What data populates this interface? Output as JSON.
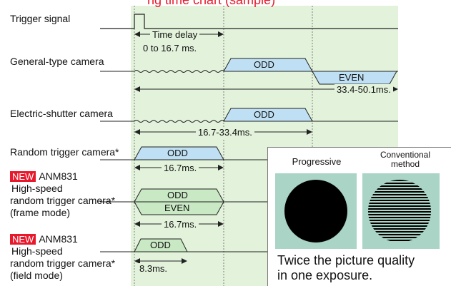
{
  "header_fragment": "ng time chart (sample)",
  "signals": {
    "trigger": "Trigger signal",
    "general": "General-type camera",
    "electric": "Electric-shutter camera",
    "random": "Random trigger camera*"
  },
  "highspeed_frame": {
    "badge": "NEW",
    "model": "ANM831",
    "line1": "High-speed",
    "line2": "random trigger camera*",
    "line3": "(frame mode)"
  },
  "highspeed_field": {
    "badge": "NEW",
    "model": "ANM831",
    "line1": "High-speed",
    "line2": "random trigger camera*",
    "line3": "(field mode)"
  },
  "fields": {
    "odd": "ODD",
    "even": "EVEN"
  },
  "durations": {
    "delay_title": "Time delay",
    "delay_range": "0 to 16.7 ms.",
    "general": "33.4-50.1ms.",
    "electric": "16.7-33.4ms.",
    "random": "16.7ms.",
    "frame_mode": "16.7ms.",
    "field_mode": "8.3ms."
  },
  "inset": {
    "progressive": "Progressive",
    "conventional_line1": "Conventional",
    "conventional_line2": "method",
    "caption_line1": "Twice the picture quality",
    "caption_line2": "in one exposure."
  },
  "colors": {
    "grid_bg": "#e3f2db",
    "pulse_fill": "#bfe0f4",
    "pulse_fill_green": "#c9e8c4",
    "badge": "#e8192c",
    "inset_swatch": "#a9d4c6",
    "header": "#e8192c"
  }
}
